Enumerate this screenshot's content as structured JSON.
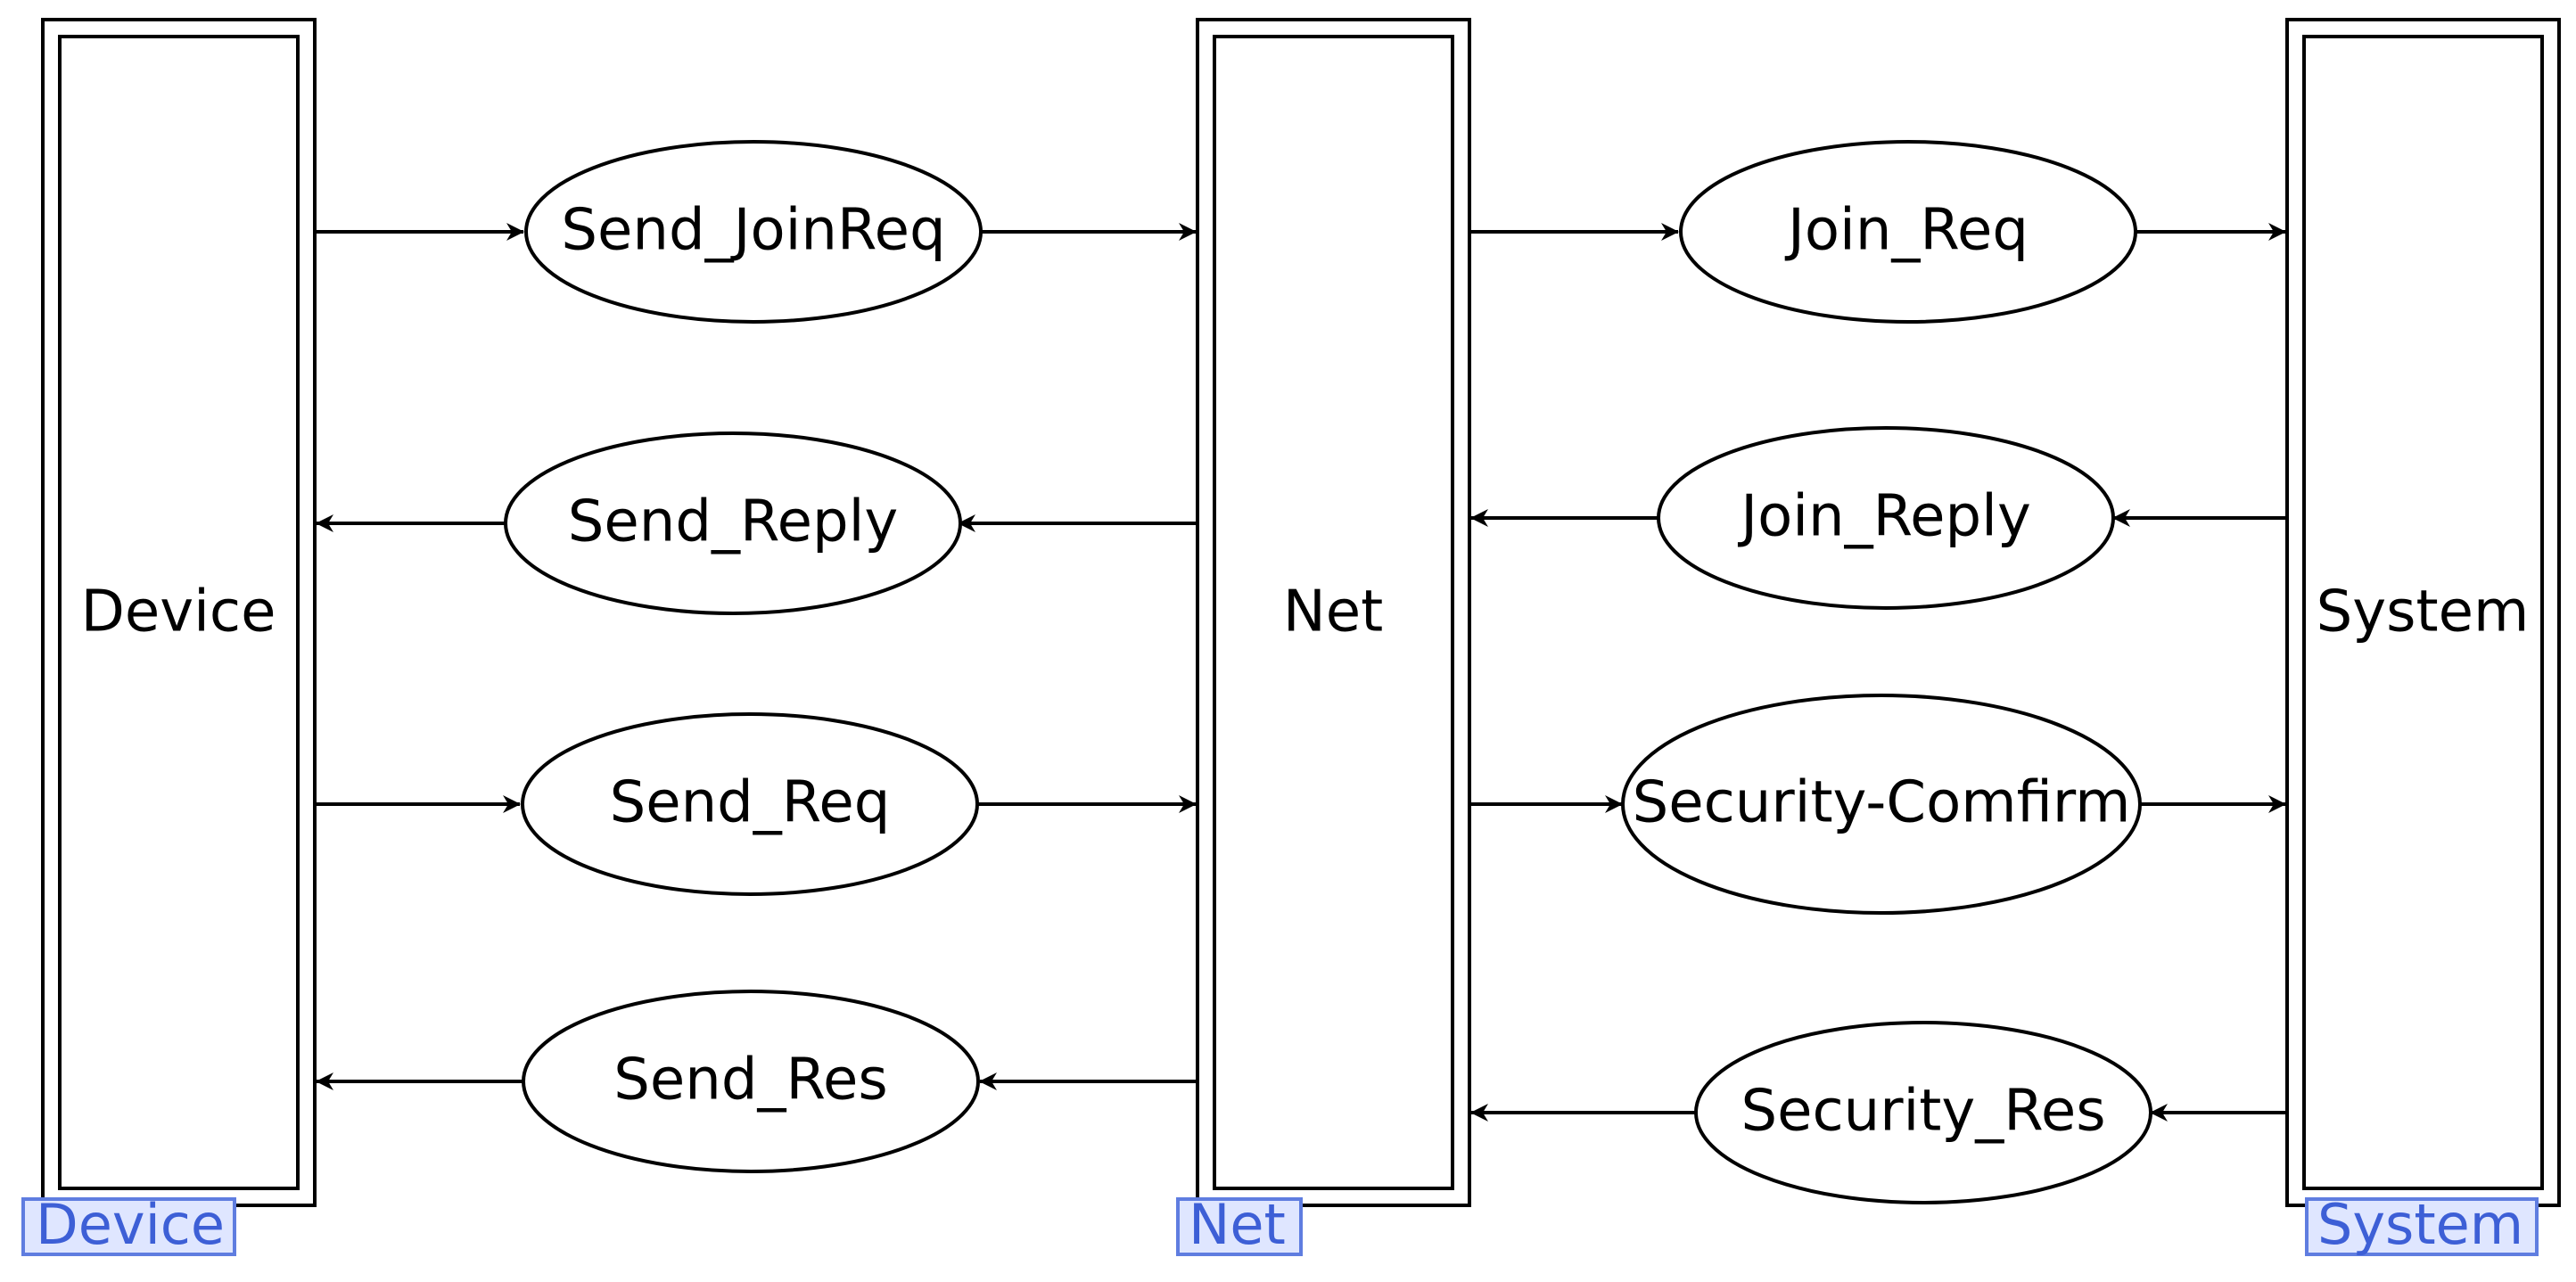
{
  "diagram": {
    "colors": {
      "line": "#000000",
      "background": "#ffffff",
      "tag_fill": "#dfe6ff",
      "tag_stroke": "#5f7de0",
      "tag_text": "#3d5fd6"
    },
    "entities": {
      "device": {
        "label": "Device",
        "tag": "Device"
      },
      "net": {
        "label": "Net",
        "tag": "Net"
      },
      "system": {
        "label": "System",
        "tag": "System"
      }
    },
    "messages": {
      "send_joinreq": {
        "label": "Send_JoinReq",
        "from": "device",
        "to": "net"
      },
      "send_reply": {
        "label": "Send_Reply",
        "from": "net",
        "to": "device"
      },
      "send_req": {
        "label": "Send_Req",
        "from": "device",
        "to": "net"
      },
      "send_res": {
        "label": "Send_Res",
        "from": "net",
        "to": "device"
      },
      "join_req": {
        "label": "Join_Req",
        "from": "net",
        "to": "system"
      },
      "join_reply": {
        "label": "Join_Reply",
        "from": "system",
        "to": "net"
      },
      "security_comfirm": {
        "label": "Security-Comfirm",
        "from": "net",
        "to": "system"
      },
      "security_res": {
        "label": "Security_Res",
        "from": "system",
        "to": "net"
      }
    }
  }
}
